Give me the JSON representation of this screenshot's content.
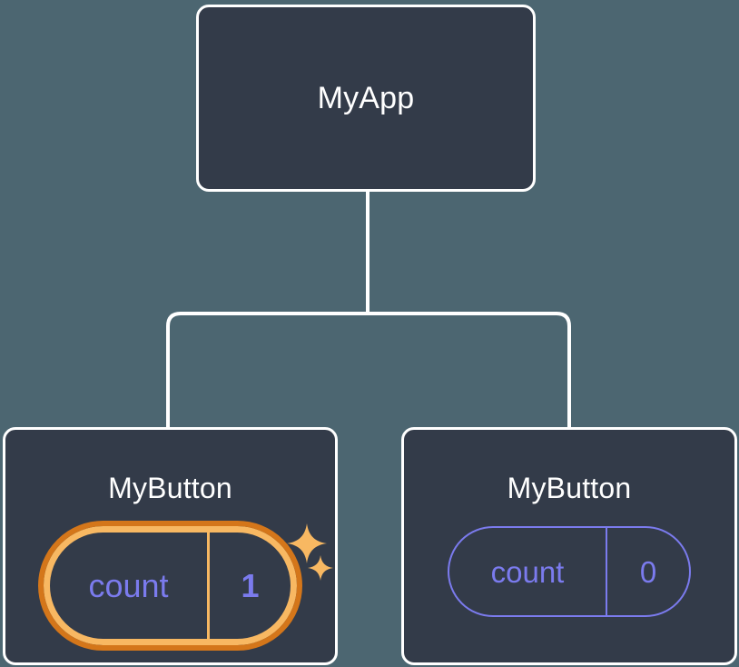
{
  "diagram": {
    "title": "React component tree with state update highlight",
    "background_color": "#4c6671",
    "node_fill_color": "#333b49",
    "node_border_color": "#ffffff",
    "connector_color": "#ffffff",
    "state_text_color": "#7b7bee",
    "highlight_inner_color": "#f8b862",
    "highlight_outer_color": "#d4761a",
    "sparkle_color": "#f8b862"
  },
  "nodes": {
    "root": {
      "label": "MyApp"
    },
    "child_left": {
      "label": "MyButton",
      "state": {
        "key": "count",
        "value": "1",
        "highlighted": true
      }
    },
    "child_right": {
      "label": "MyButton",
      "state": {
        "key": "count",
        "value": "0",
        "highlighted": false
      }
    }
  },
  "icons": {
    "sparkle_big": "sparkle-icon",
    "sparkle_small": "sparkle-icon"
  }
}
